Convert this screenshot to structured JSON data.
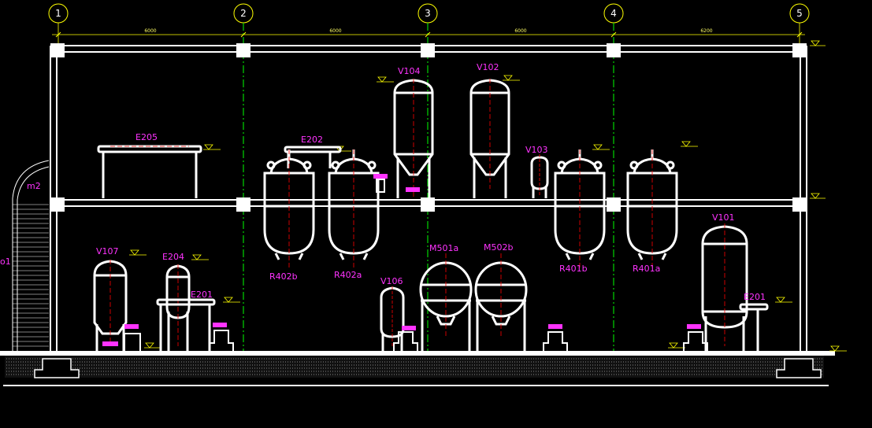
{
  "drawing": {
    "background": "#000000",
    "colors": {
      "structure": "#ffffff",
      "axis_line": "#00ff00",
      "dimension": "#ffff00",
      "equipment_label": "#ff33ff",
      "centerline": "#ff0000"
    },
    "axes": [
      "1",
      "2",
      "3",
      "4",
      "5"
    ],
    "dimensions": [
      "6000",
      "6000",
      "6000",
      "6200"
    ],
    "side_labels": {
      "stair": "m2",
      "left_edge": "o1"
    },
    "equipment": {
      "e205": "E205",
      "e202": "E202",
      "v104": "V104",
      "v102": "V102",
      "v103": "V103",
      "r402b": "R402b",
      "r402a": "R402a",
      "r401b": "R401b",
      "r401a": "R401a",
      "v107": "V107",
      "e204": "E204",
      "e201_left": "E201",
      "v106": "V106",
      "m501a": "M501a",
      "m502b": "M502b",
      "v101": "V101",
      "e201_right": "E201"
    }
  }
}
